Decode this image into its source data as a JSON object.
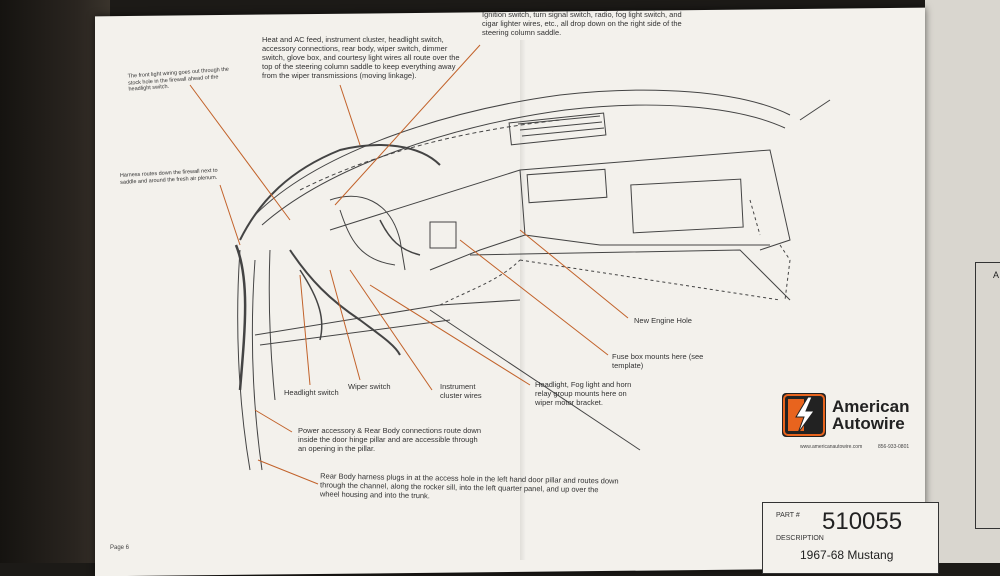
{
  "callouts": {
    "ignition": "Ignition switch, turn signal switch, radio, fog light switch, and cigar lighter wires, etc., all drop down on the right side of the steering column saddle.",
    "heat_ac": "Heat and AC feed, instrument cluster, headlight switch, accessory connections, rear body, wiper switch, dimmer switch, glove box, and courtesy light wires all route over the top of the steering column saddle to keep everything away from the wiper transmissions (moving linkage).",
    "front_light": "The front light wiring goes out through the stock hole in the firewall ahead of the headlight switch.",
    "harness_firewall": "Harness routes down the firewall next to saddle and around the fresh air plenum.",
    "new_engine_hole": "New Engine Hole",
    "fuse_box": "Fuse box mounts here (see template)",
    "headlight_switch": "Headlight switch",
    "wiper_switch": "Wiper switch",
    "instrument_cluster": "Instrument cluster wires",
    "relay_group": "Headlight, Fog light and horn relay group mounts here on wiper motor bracket.",
    "power_accessory": "Power accessory & Rear Body connections route down inside the door hinge pillar and are accessible through an opening in the pillar.",
    "rear_body": "Rear Body harness plugs in at the access hole in the left hand door pillar and routes down through the channel, along the rocker sill, into the left quarter panel, and up over the wheel housing and into the trunk."
  },
  "brand": {
    "name_line1": "American",
    "name_line2": "Autowire",
    "url": "www.americanautowire.com",
    "phone": "856-933-0801",
    "colors": {
      "orange": "#e8641e",
      "dark": "#222222"
    }
  },
  "partbox": {
    "part_label": "PART #",
    "part_number": "510055",
    "description_label": "DESCRIPTION",
    "description": "1967-68 Mustang"
  },
  "page_number": "Page 6",
  "side_letter": "A"
}
